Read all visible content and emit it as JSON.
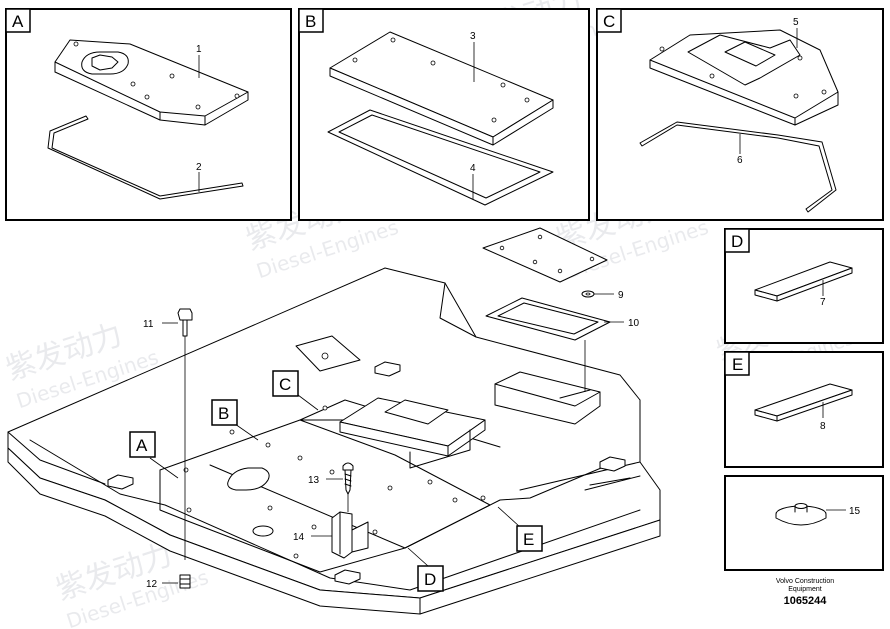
{
  "panels": {
    "A": {
      "label": "A"
    },
    "B": {
      "label": "B"
    },
    "C": {
      "label": "C"
    },
    "D": {
      "label": "D"
    },
    "E": {
      "label": "E"
    }
  },
  "callouts": {
    "A": "A",
    "B": "B",
    "C": "C",
    "D": "D",
    "E": "E"
  },
  "part_numbers": {
    "p1": "1",
    "p2": "2",
    "p3": "3",
    "p4": "4",
    "p5": "5",
    "p6": "6",
    "p7": "7",
    "p8": "8",
    "p9": "9",
    "p10": "10",
    "p11": "11",
    "p12": "12",
    "p13": "13",
    "p14": "14",
    "p15": "15"
  },
  "watermark": {
    "brand_cn": "紫发动力",
    "brand_en": "Diesel-Engines"
  },
  "caption": {
    "line1": "Volvo Construction",
    "line2": "Equipment",
    "drawing_number": "1065244"
  }
}
